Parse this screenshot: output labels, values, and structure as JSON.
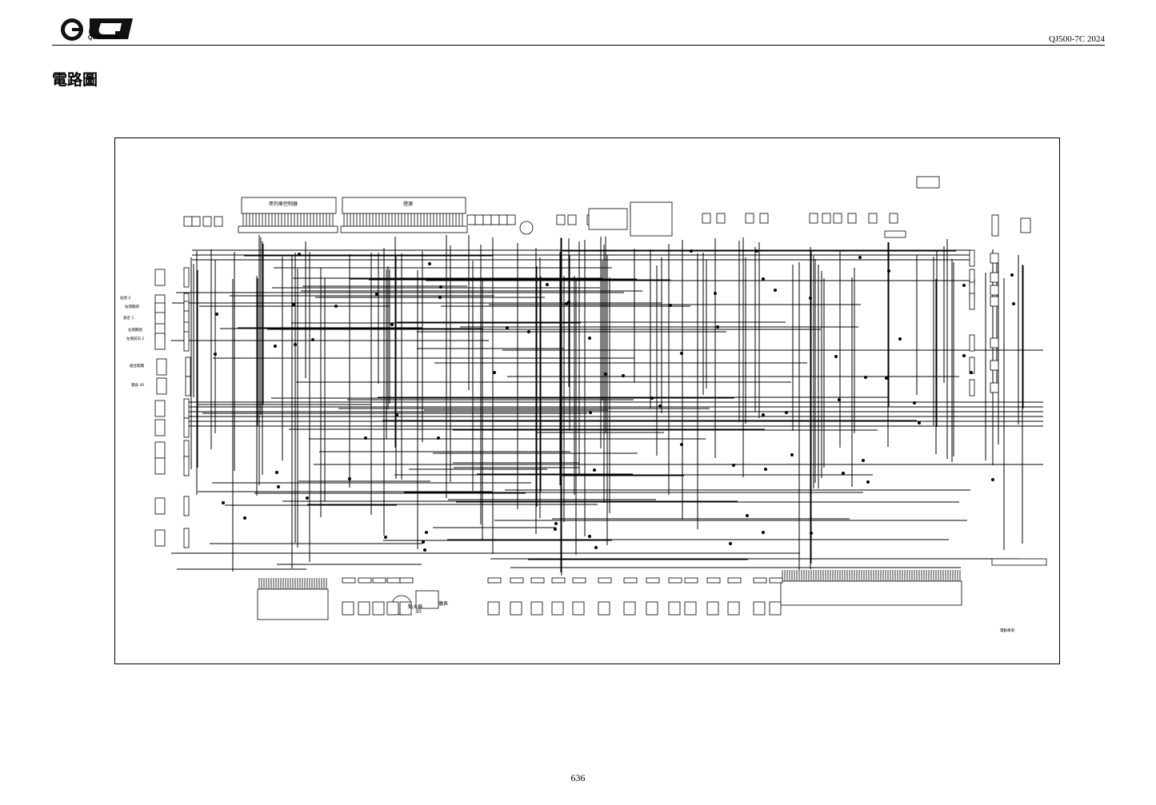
{
  "header": {
    "brand": "QJMOTOR",
    "model_line": "QJ500-7C  2024"
  },
  "page_title": "電路圖",
  "page_number": "636",
  "diagram": {
    "top_connector_1_label": "串列車控制器",
    "top_connector_2_label": "燈源",
    "left_labels": [
      "右燈 2",
      "右開關燈",
      "遠近 1",
      "左開關燈",
      "左側前向 2",
      "組合開關",
      "電角 30"
    ],
    "bottom_labels": [
      "點火器",
      "儀表",
      "30"
    ],
    "bottom_right_label": "電動車源"
  }
}
